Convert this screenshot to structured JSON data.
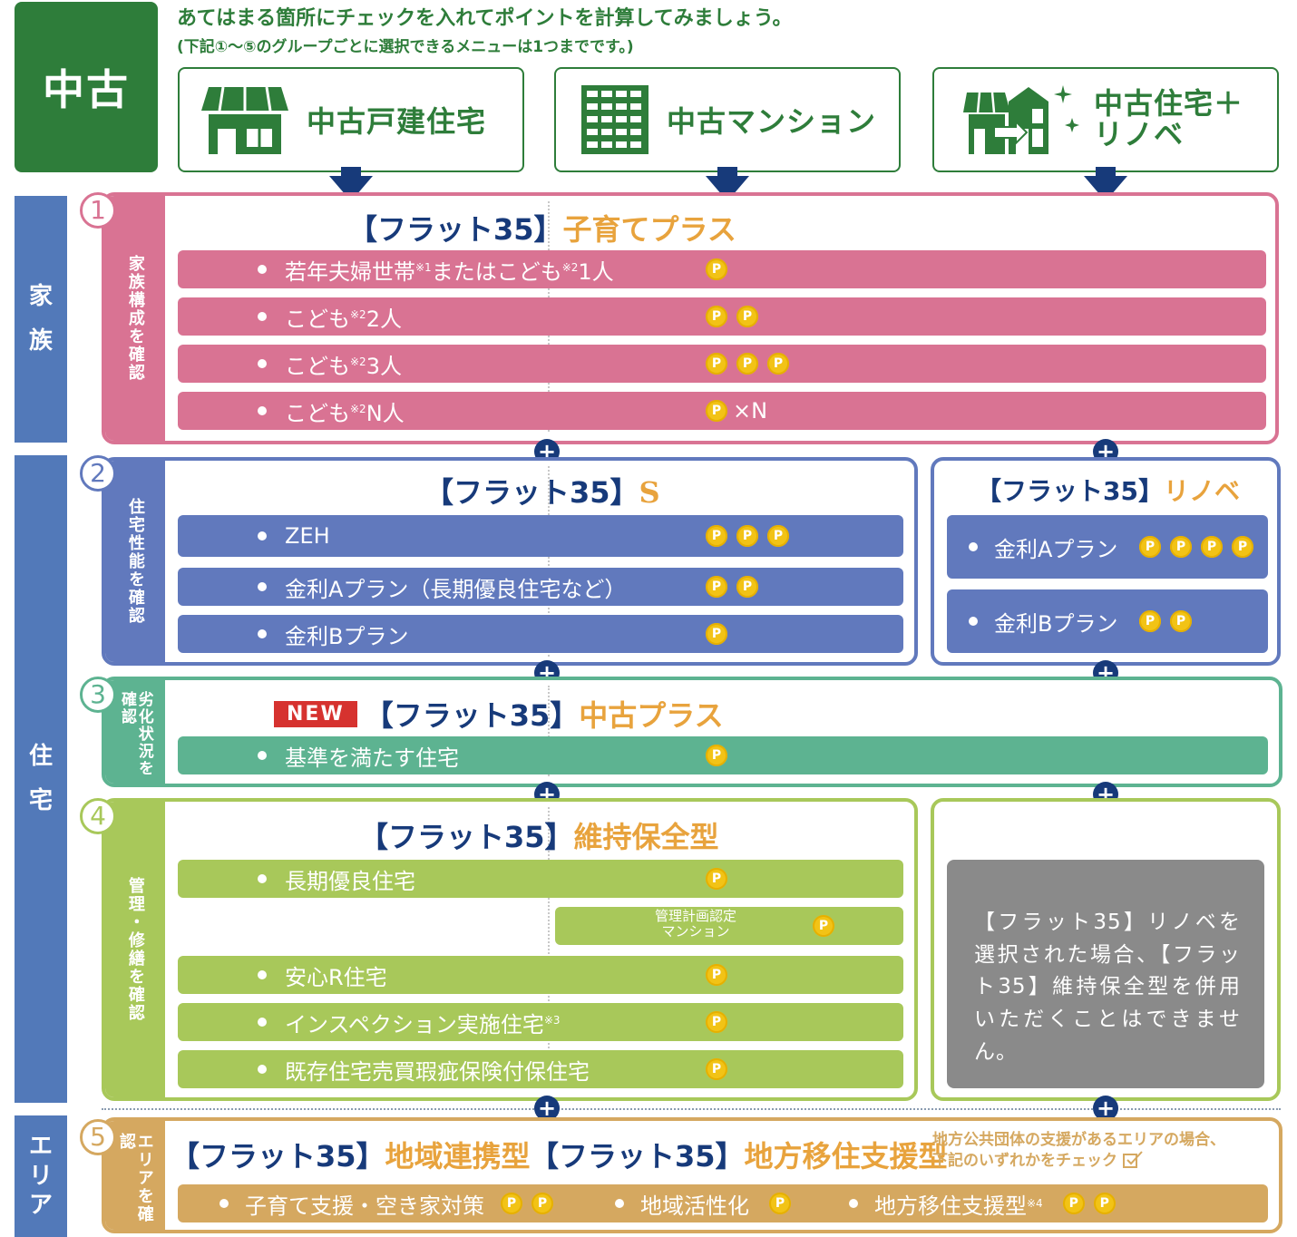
{
  "header": {
    "badge": "中古",
    "instruction": "あてはまる箇所にチェックを入れてポイントを計算してみましょう。",
    "note": "(下記①～⑤のグループごとに選択できるメニューは1つまでです。)",
    "property_types": [
      {
        "label": "中古戸建住宅",
        "icon": "house-icon"
      },
      {
        "label": "中古マンション",
        "icon": "apartment-icon"
      },
      {
        "label_line1": "中古住宅＋",
        "label_line2": "リノベ",
        "icon": "renovation-house-icon"
      }
    ]
  },
  "sidebar": {
    "family": [
      "家",
      "族"
    ],
    "housing": [
      "住",
      "宅"
    ],
    "area": [
      "エ",
      "リ",
      "ア"
    ]
  },
  "point_glyph": "P",
  "plus_glyph": "+",
  "sections": {
    "s1": {
      "number": "1",
      "tab": "家族構成を確認",
      "title_bracket": "【フラット35】",
      "title_accent": "子育てプラス",
      "rows": [
        {
          "pre": "若年夫婦世帯",
          "sup1": "※1",
          "mid": "またはこども",
          "sup2": "※2",
          "post": "1人",
          "points": 1
        },
        {
          "pre": "こども",
          "sup1": "※2",
          "post": "2人",
          "points": 2
        },
        {
          "pre": "こども",
          "sup1": "※2",
          "post": "3人",
          "points": 3
        },
        {
          "pre": "こども",
          "sup1": "※2",
          "post": "N人",
          "points": 1,
          "suffix": "×N"
        }
      ]
    },
    "s2": {
      "number": "2",
      "tab": "住宅性能を確認",
      "title_bracket": "【フラット35】",
      "title_accent": "S",
      "rows": [
        {
          "text": "ZEH",
          "points": 3
        },
        {
          "text": "金利Aプラン（長期優良住宅など）",
          "points": 2
        },
        {
          "text": "金利Bプラン",
          "points": 1
        }
      ],
      "renov": {
        "title_bracket": "【フラット35】",
        "title_accent": "リノベ",
        "rows": [
          {
            "text": "金利Aプラン",
            "points": 4
          },
          {
            "text": "金利Bプラン",
            "points": 2
          }
        ]
      }
    },
    "s3": {
      "number": "3",
      "tab": "劣化状況を確認",
      "new_badge": "NEW",
      "title_bracket": "【フラット35】",
      "title_accent": "中古プラス",
      "rows": [
        {
          "text": "基準を満たす住宅",
          "points": 1
        }
      ]
    },
    "s4": {
      "number": "4",
      "tab": "管理・修繕を確認",
      "title_bracket": "【フラット35】",
      "title_accent": "維持保全型",
      "rows": [
        {
          "text": "長期優良住宅",
          "points": 1
        },
        {
          "text": "安心R住宅",
          "points": 1
        },
        {
          "text": "インスペクション実施住宅",
          "sup": "※3",
          "points": 1
        },
        {
          "text": "既存住宅売買瑕疵保険付保住宅",
          "points": 1
        }
      ],
      "condo_row": {
        "line1": "管理計画認定",
        "line2": "マンション",
        "points": 1
      },
      "notice": "【フラット35】リノベを選択された場合、【フラット35】維持保全型を併用いただくことはできません。"
    },
    "s5": {
      "number": "5",
      "tab": "エリアを確認",
      "title1_bracket": "【フラット35】",
      "title1_accent": "地域連携型",
      "title2_bracket": "【フラット35】",
      "title2_accent": "地方移住支援型",
      "note": "地方公共団体の支援があるエリアの場合、下記のいずれかをチェック",
      "items": [
        {
          "text": "子育て支援・空き家対策",
          "points": 2
        },
        {
          "text": "地域活性化",
          "points": 1
        },
        {
          "text": "地方移住支援型",
          "sup": "※4",
          "points": 2
        }
      ]
    }
  },
  "colors": {
    "green": "#2e7d3a",
    "navy": "#173a7a",
    "pink": "#d97393",
    "blue": "#6179bd",
    "teal": "#5db391",
    "lime": "#a8c85a",
    "gold": "#d5a860",
    "sidebar_blue": "#5279b9",
    "coin": "#f2c316",
    "new_red": "#d6322f",
    "notice_gray": "#8a8a8a"
  }
}
